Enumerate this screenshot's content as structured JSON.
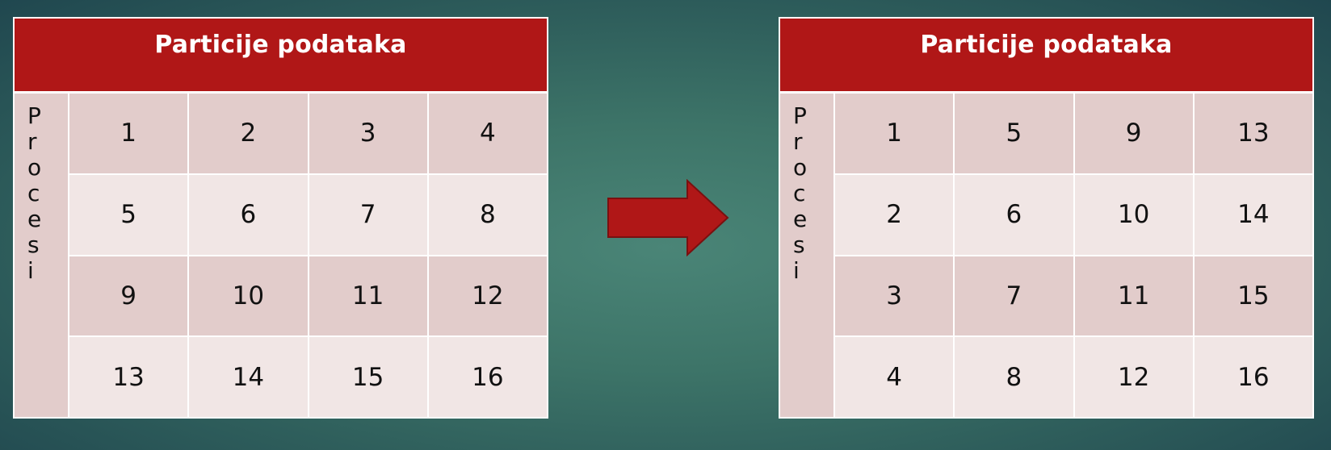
{
  "left_table": {
    "title": "Particije podataka",
    "side_label": "Procesi",
    "rows": [
      [
        "1",
        "2",
        "3",
        "4"
      ],
      [
        "5",
        "6",
        "7",
        "8"
      ],
      [
        "9",
        "10",
        "11",
        "12"
      ],
      [
        "13",
        "14",
        "15",
        "16"
      ]
    ]
  },
  "right_table": {
    "title": "Particije podataka",
    "side_label": "Procesi",
    "rows": [
      [
        "1",
        "5",
        "9",
        "13"
      ],
      [
        "2",
        "6",
        "10",
        "14"
      ],
      [
        "3",
        "7",
        "11",
        "15"
      ],
      [
        "4",
        "8",
        "12",
        "16"
      ]
    ]
  },
  "colors": {
    "header": "#b01717",
    "row_dark": "#e2cccb",
    "row_light": "#f1e6e5",
    "arrow": "#b01717"
  },
  "arrow": {
    "icon": "right-arrow-icon"
  }
}
